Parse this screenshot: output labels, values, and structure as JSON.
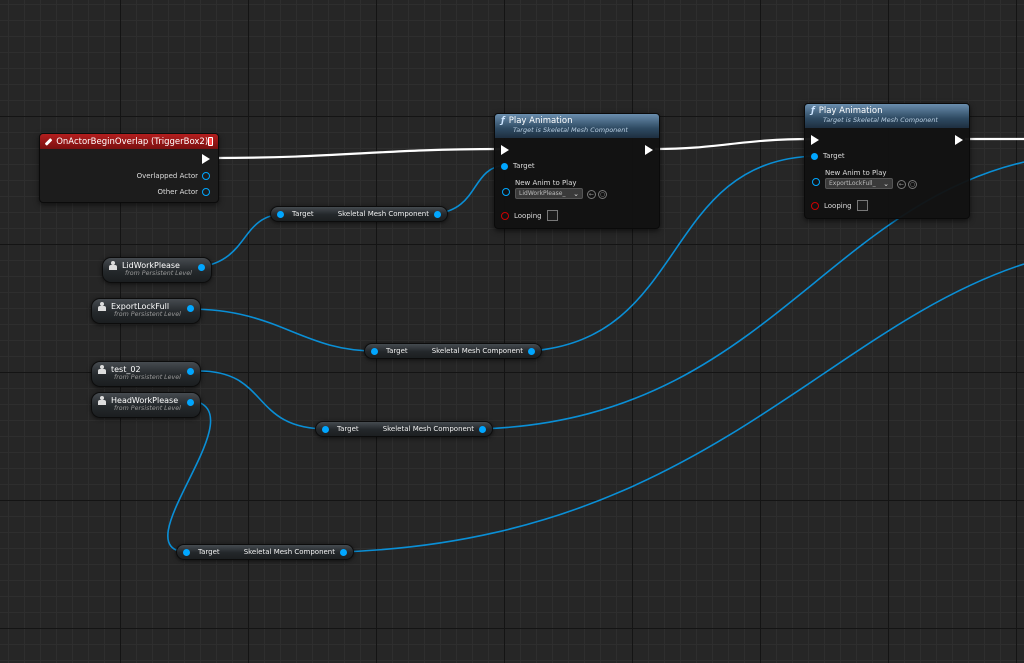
{
  "event_node": {
    "title": "OnActorBeginOverlap (TriggerBox2)",
    "overlapped_actor": "Overlapped Actor",
    "other_actor": "Other Actor"
  },
  "play_animation_1": {
    "title": "Play Animation",
    "subtitle": "Target is Skeletal Mesh Component",
    "target": "Target",
    "new_anim": "New Anim to Play",
    "anim_value": "LidWorkPlease_",
    "looping": "Looping"
  },
  "play_animation_2": {
    "title": "Play Animation",
    "subtitle": "Target is Skeletal Mesh Component",
    "target": "Target",
    "new_anim": "New Anim to Play",
    "anim_value": "ExportLockFull_",
    "looping": "Looping"
  },
  "getters": [
    {
      "target": "Target",
      "component": "Skeletal Mesh Component"
    },
    {
      "target": "Target",
      "component": "Skeletal Mesh Component"
    },
    {
      "target": "Target",
      "component": "Skeletal Mesh Component"
    },
    {
      "target": "Target",
      "component": "Skeletal Mesh Component"
    }
  ],
  "actors": [
    {
      "name": "LidWorkPlease",
      "sub": "from Persistent Level"
    },
    {
      "name": "ExportLockFull",
      "sub": "from Persistent Level"
    },
    {
      "name": "test_02",
      "sub": "from Persistent Level"
    },
    {
      "name": "HeadWorkPlease",
      "sub": "from Persistent Level"
    }
  ],
  "colors": {
    "exec_wire": "#ffffff",
    "object_wire": "#0a8fd6",
    "event_header": "#b31e1e",
    "function_header": "#4a6f8f"
  }
}
